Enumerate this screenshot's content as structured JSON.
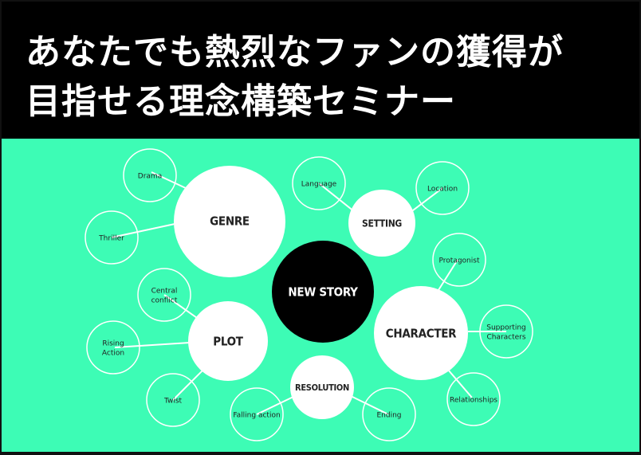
{
  "header": {
    "title_line1": "あなたでも熱烈なファンの獲得が",
    "title_line2": "目指せる理念構築セミナー"
  },
  "diagram": {
    "center": "NEW STORY",
    "branches": {
      "genre": "GENRE",
      "setting": "SETTING",
      "character": "CHARACTER",
      "plot": "PLOT",
      "resolution": "RESOLUTION"
    },
    "leaves": {
      "drama": "Drama",
      "thriller": "Thriller",
      "language": "Language",
      "location": "Location",
      "protagonist": "Protagonist",
      "supporting_1": "Supporting",
      "supporting_2": "Characters",
      "relationships": "Relationships",
      "central_1": "Central",
      "central_2": "conflict",
      "rising_1": "Rising",
      "rising_2": "Action",
      "twist": "Twist",
      "falling_action": "Falling action",
      "ending": "Ending"
    }
  },
  "colors": {
    "header_bg": "#000000",
    "canvas_bg": "#3dfcb5",
    "node_fill": "#ffffff",
    "center_fill": "#000000"
  }
}
